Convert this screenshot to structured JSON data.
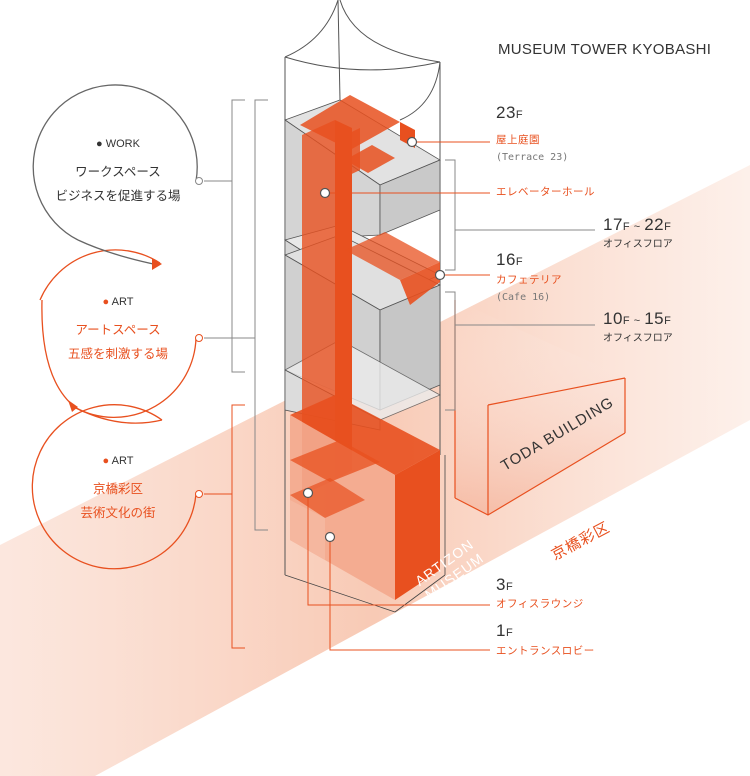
{
  "title": "MUSEUM TOWER KYOBASHI",
  "floors": {
    "f23": {
      "num": "23",
      "unit": "F",
      "name": "屋上庭園",
      "sub": "(Terrace 23)"
    },
    "elevator": {
      "name": "エレベーターホール"
    },
    "f17_22": {
      "num": "17",
      "unit": "F",
      "tilde": " ~ ",
      "num2": "22",
      "unit2": "F",
      "name": "オフィスフロア"
    },
    "f16": {
      "num": "16",
      "unit": "F",
      "name": "カフェテリア",
      "sub": "(Cafe 16)"
    },
    "f10_15": {
      "num": "10",
      "unit": "F",
      "tilde": " ~ ",
      "num2": "15",
      "unit2": "F",
      "name": "オフィスフロア"
    },
    "f3": {
      "num": "3",
      "unit": "F",
      "name": "オフィスラウンジ"
    },
    "f1": {
      "num": "1",
      "unit": "F",
      "name": "エントランスロビー"
    }
  },
  "circles": [
    {
      "tag": "WORK",
      "line1": "ワークスペース",
      "line2": "ビジネスを促進する場"
    },
    {
      "tag": "ART",
      "line1": "アートスペース",
      "line2": "五感を刺激する場"
    },
    {
      "tag": "ART",
      "line1": "京橋彩区",
      "line2": "芸術文化の街"
    }
  ],
  "labels": {
    "toda": "TODA BUILDING",
    "district": "京橋彩区",
    "artizon_line1": "ARTIZON",
    "artizon_line2": "MUSEUM"
  },
  "colors": {
    "accent": "#e8501f",
    "accent_light": "#f3a88d",
    "line": "#555555",
    "box_fill": "#e7e7e7"
  }
}
